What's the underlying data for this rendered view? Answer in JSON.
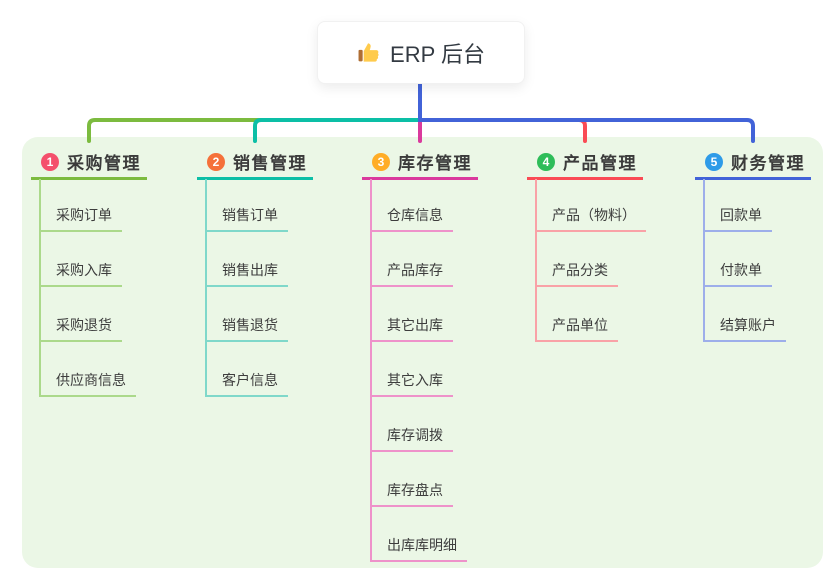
{
  "root": {
    "title": "ERP 后台",
    "icon": "thumbs-up-icon"
  },
  "colors": {
    "panel_bg": "#EBF7E6",
    "root_stem": "#4263D8",
    "card_bg": "#FFFFFF",
    "text_dark": "#333A42"
  },
  "branches": [
    {
      "num": "1",
      "title": "采购管理",
      "badge_color": "#F4506C",
      "line_color": "#7CBB3F",
      "child_line_color": "#ABD98B",
      "children": [
        "采购订单",
        "采购入库",
        "采购退货",
        "供应商信息"
      ]
    },
    {
      "num": "2",
      "title": "销售管理",
      "badge_color": "#F5713A",
      "line_color": "#0CBFA6",
      "child_line_color": "#7FD8CA",
      "children": [
        "销售订单",
        "销售出库",
        "销售退货",
        "客户信息"
      ]
    },
    {
      "num": "3",
      "title": "库存管理",
      "badge_color": "#FFAD27",
      "line_color": "#DA3A9D",
      "child_line_color": "#EE92CA",
      "children": [
        "仓库信息",
        "产品库存",
        "其它出库",
        "其它入库",
        "库存调拨",
        "库存盘点",
        "出库库明细"
      ]
    },
    {
      "num": "4",
      "title": "产品管理",
      "badge_color": "#2EBD59",
      "line_color": "#FA4B55",
      "child_line_color": "#F9A2A7",
      "children": [
        "产品（物料）",
        "产品分类",
        "产品单位"
      ]
    },
    {
      "num": "5",
      "title": "财务管理",
      "badge_color": "#2E9BE8",
      "line_color": "#4263D8",
      "child_line_color": "#9DAEEA",
      "children": [
        "回款单",
        "付款单",
        "结算账户"
      ]
    }
  ]
}
